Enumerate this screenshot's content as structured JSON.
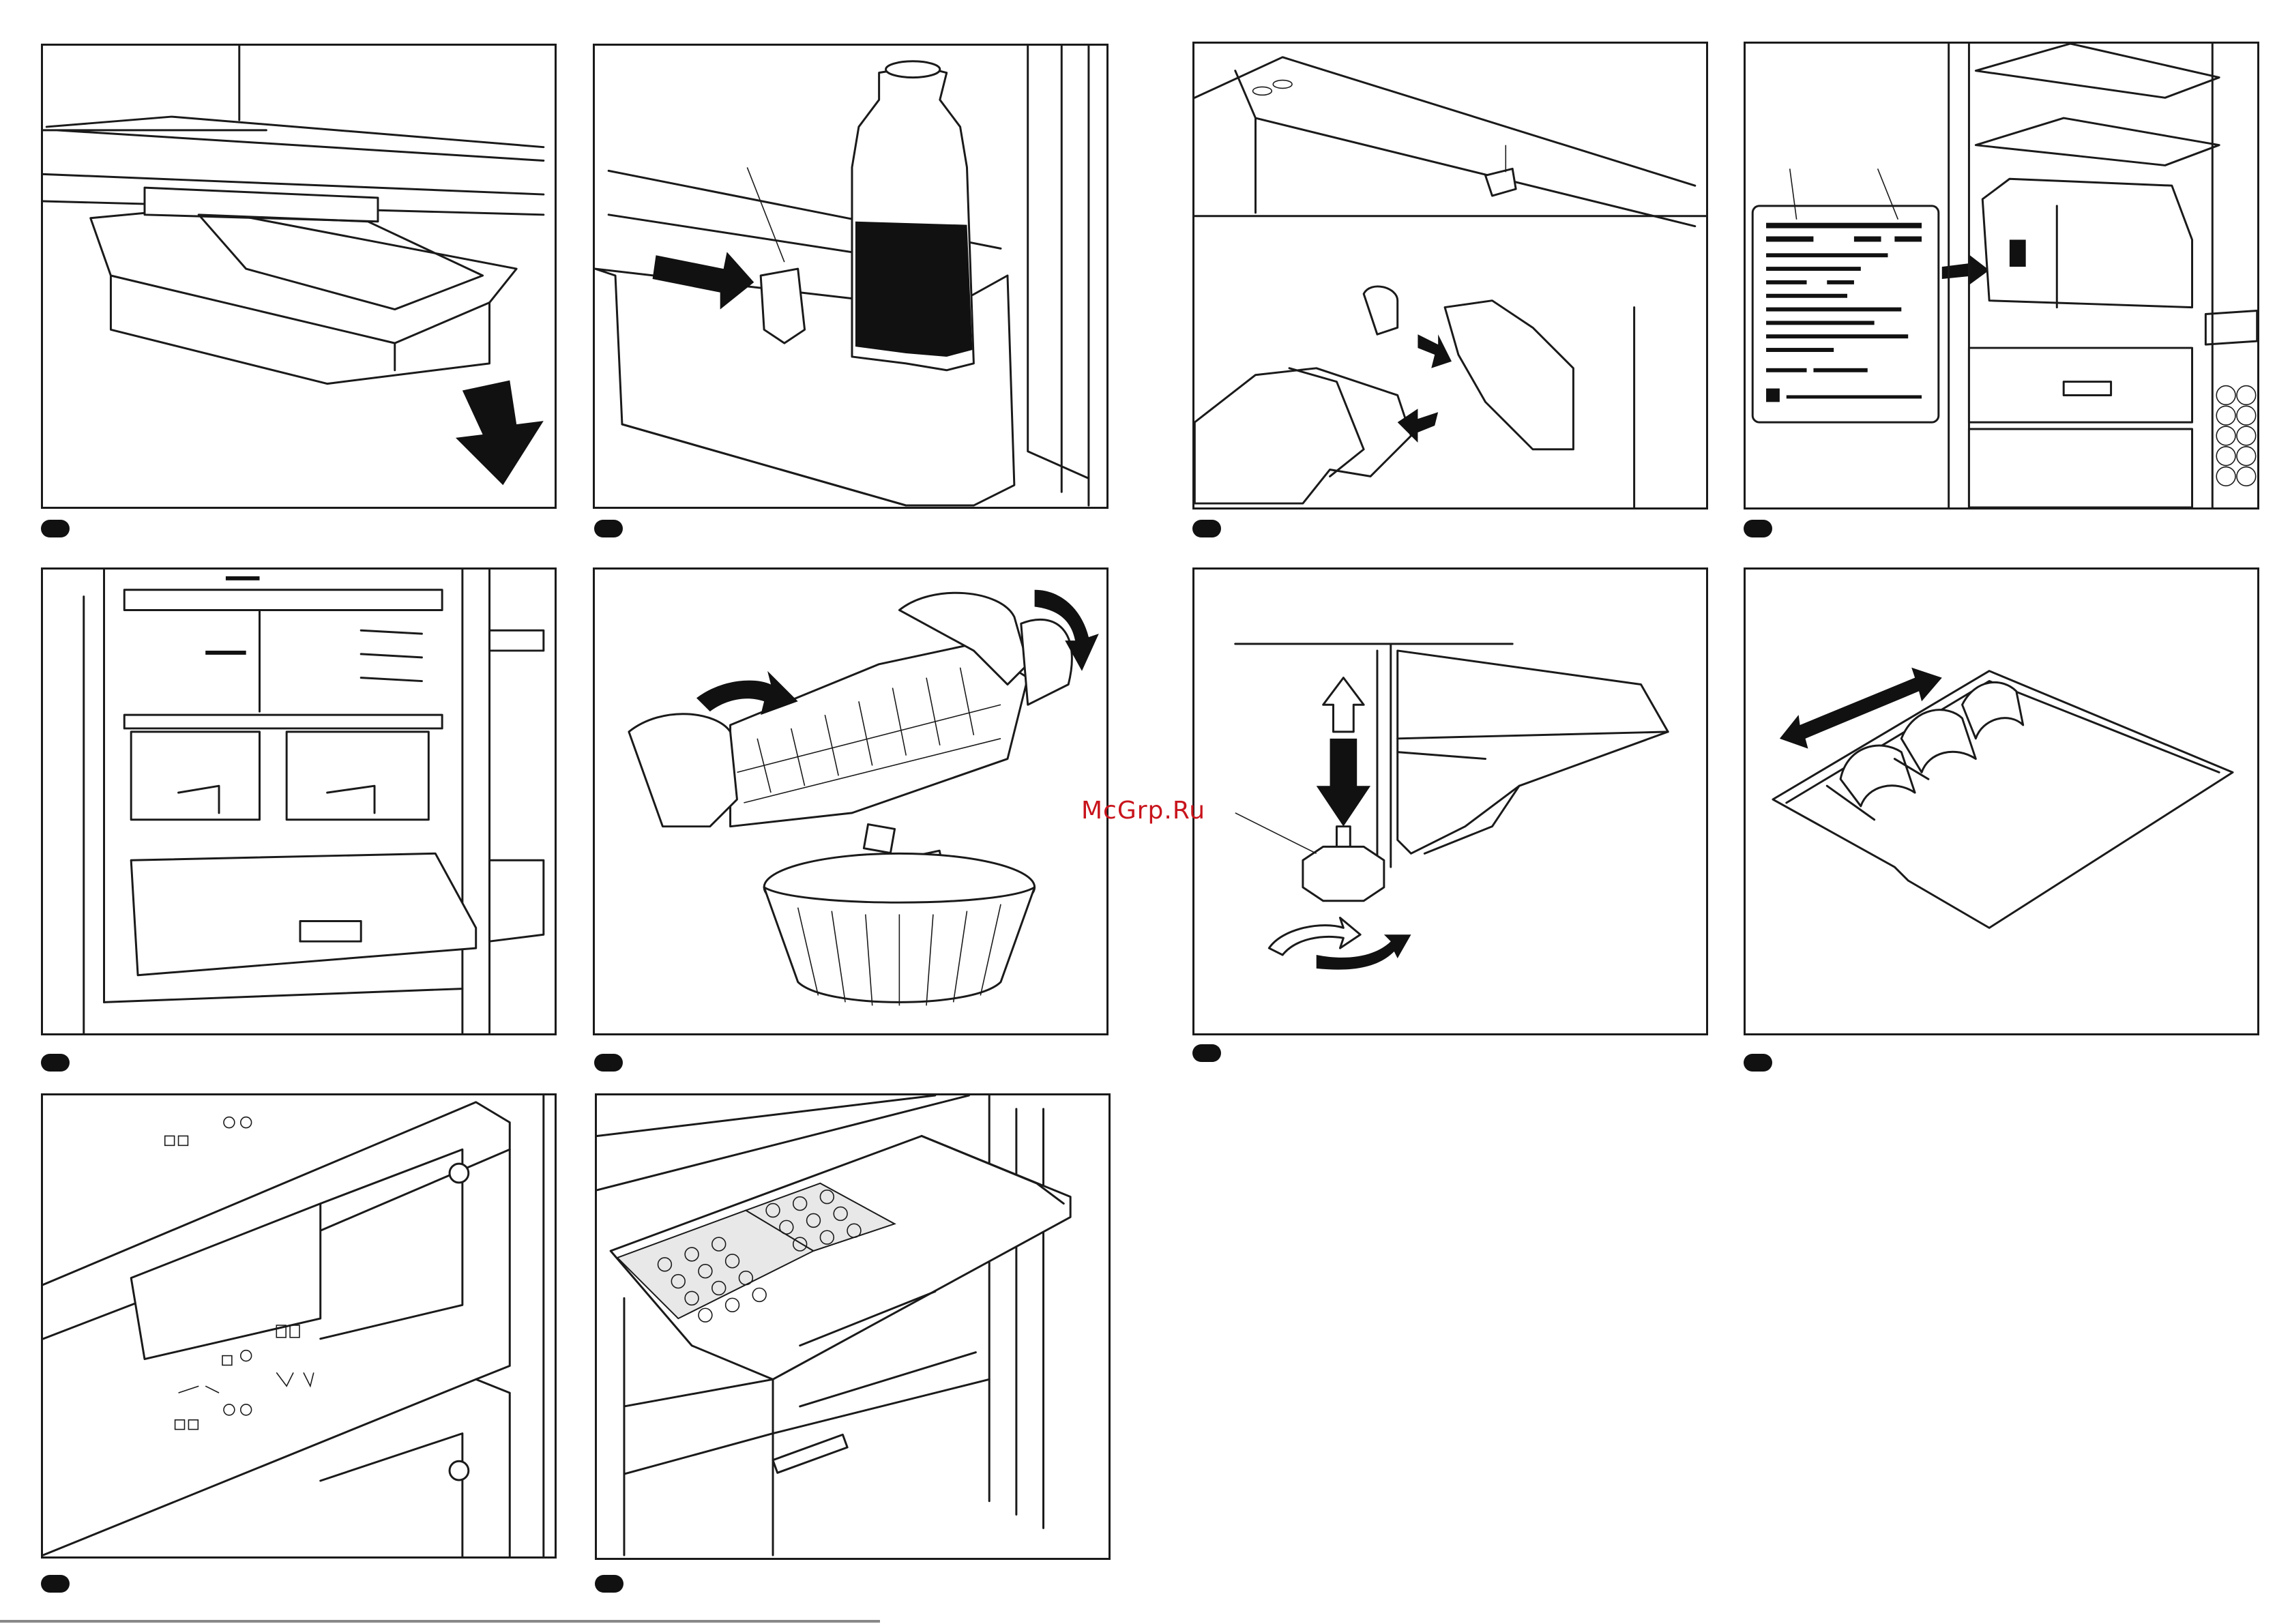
{
  "watermark": {
    "text": "McGrp.Ru",
    "color": "#c8141c"
  },
  "panels": [
    {
      "id": "1",
      "topic": "tray-pull-out"
    },
    {
      "id": "2",
      "topic": "door-bottle-shelf"
    },
    {
      "id": "3",
      "topic": "lamp-replacement"
    },
    {
      "id": "4",
      "topic": "rating-plate"
    },
    {
      "id": "5",
      "topic": "fridge-interior"
    },
    {
      "id": "6",
      "topic": "ice-cube-tray"
    },
    {
      "id": "7",
      "topic": "adjustable-foot"
    },
    {
      "id": "8",
      "topic": "bottle-rack"
    },
    {
      "id": "9",
      "topic": "control-panel"
    },
    {
      "id": "10",
      "topic": "freezer-drawers"
    }
  ]
}
